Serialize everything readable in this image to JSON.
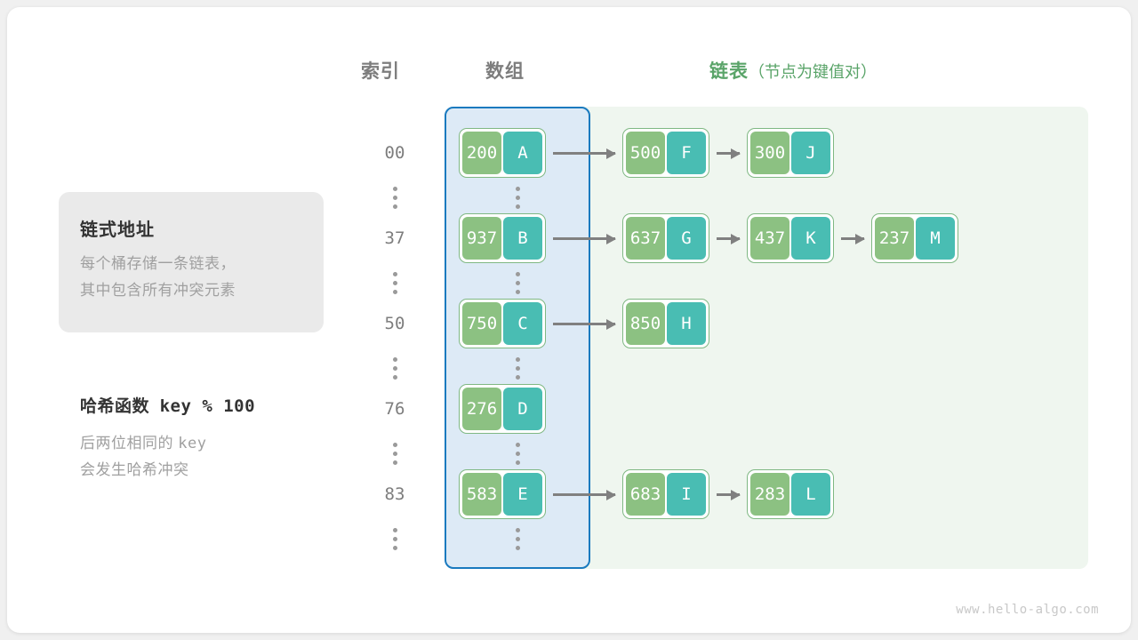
{
  "headers": {
    "index": "索引",
    "array": "数组",
    "list": "链表",
    "list_note": "（节点为键值对）"
  },
  "info_card": {
    "title": "链式地址",
    "line1": "每个桶存储一条链表，",
    "line2": "其中包含所有冲突元素"
  },
  "hash_note": {
    "title_label": "哈希函数",
    "title_formula": "key % 100",
    "line1_prefix": "后两位相同的",
    "line1_mono": "key",
    "line2": "会发生哈希冲突"
  },
  "colors": {
    "key_cell": "#8cc182",
    "value_cell": "#49bdb3",
    "node_border": "#7fb883",
    "array_region_bg": "#ddeaf6",
    "array_region_border": "#1a7abf",
    "list_region_bg": "#eff6ef",
    "arrow": "#808080",
    "header_text": "#7d7d7d",
    "header_list_text": "#5aa469",
    "card_bg": "#eaeaea",
    "muted_text": "#a0a0a0"
  },
  "rows": [
    {
      "index": "00",
      "bucket": {
        "key": "200",
        "value": "A"
      },
      "chain": [
        {
          "key": "500",
          "value": "F"
        },
        {
          "key": "300",
          "value": "J"
        }
      ]
    },
    {
      "index": "37",
      "bucket": {
        "key": "937",
        "value": "B"
      },
      "chain": [
        {
          "key": "637",
          "value": "G"
        },
        {
          "key": "437",
          "value": "K"
        },
        {
          "key": "237",
          "value": "M"
        }
      ]
    },
    {
      "index": "50",
      "bucket": {
        "key": "750",
        "value": "C"
      },
      "chain": [
        {
          "key": "850",
          "value": "H"
        }
      ]
    },
    {
      "index": "76",
      "bucket": {
        "key": "276",
        "value": "D"
      },
      "chain": []
    },
    {
      "index": "83",
      "bucket": {
        "key": "583",
        "value": "E"
      },
      "chain": [
        {
          "key": "683",
          "value": "I"
        },
        {
          "key": "283",
          "value": "L"
        }
      ]
    }
  ],
  "ellipsis_count": 5,
  "watermark": "www.hello-algo.com"
}
